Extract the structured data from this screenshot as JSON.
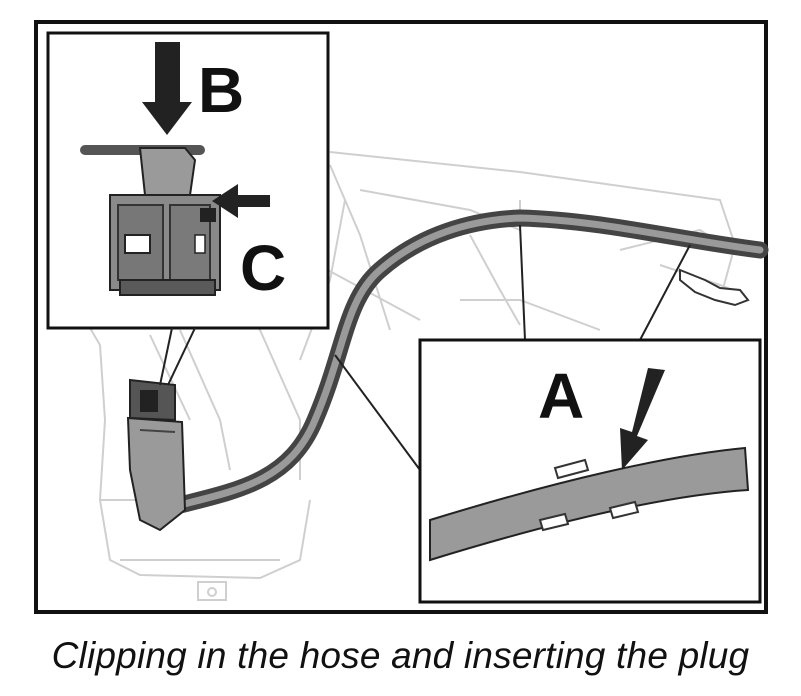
{
  "figure": {
    "callouts": {
      "a": "A",
      "b": "B",
      "c": "C"
    },
    "colors": {
      "line": "#222222",
      "hose": "#555555",
      "hose_fill": "#8a8a8a",
      "panel": "#bfbfbf",
      "light": "#cfcfcf"
    }
  },
  "caption": "Clipping in the hose and inserting the plug"
}
